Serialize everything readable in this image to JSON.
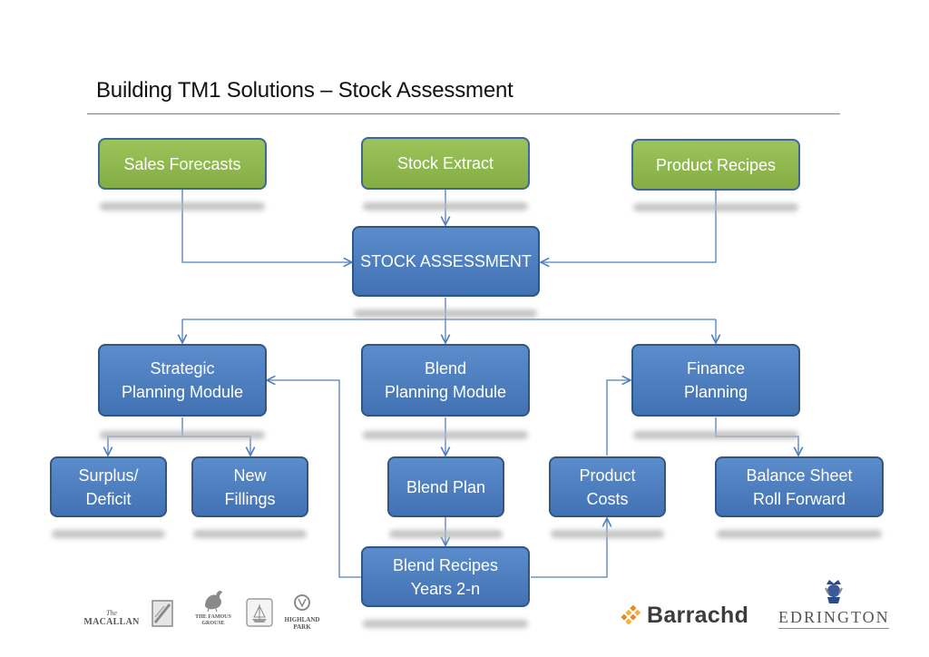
{
  "title": "Building TM1 Solutions – Stock Assessment",
  "nodes": {
    "sales_forecasts": "Sales Forecasts",
    "stock_extract": "Stock Extract",
    "product_recipes": "Product Recipes",
    "stock_assessment": "STOCK ASSESSMENT",
    "strategic_planning": "Strategic\nPlanning Module",
    "blend_planning": "Blend\nPlanning Module",
    "finance_planning": "Finance\nPlanning",
    "surplus_deficit": "Surplus/\nDeficit",
    "new_fillings": "New\nFillings",
    "blend_plan": "Blend Plan",
    "product_costs": "Product\nCosts",
    "balance_sheet": "Balance Sheet\nRoll Forward",
    "blend_recipes": "Blend Recipes\nYears 2-n"
  },
  "colors": {
    "input_box": "#8bb54c",
    "process_box": "#4f7fc0",
    "border": "#2f5687",
    "connector": "#4f7fc0"
  },
  "logos": {
    "macallan": "MACALLAN",
    "famous_grouse": "THE FAMOUS GROUSE",
    "highland_park": "HIGHLAND PARK",
    "barrachd": "Barrachd",
    "edrington": "EDRINGTON"
  }
}
